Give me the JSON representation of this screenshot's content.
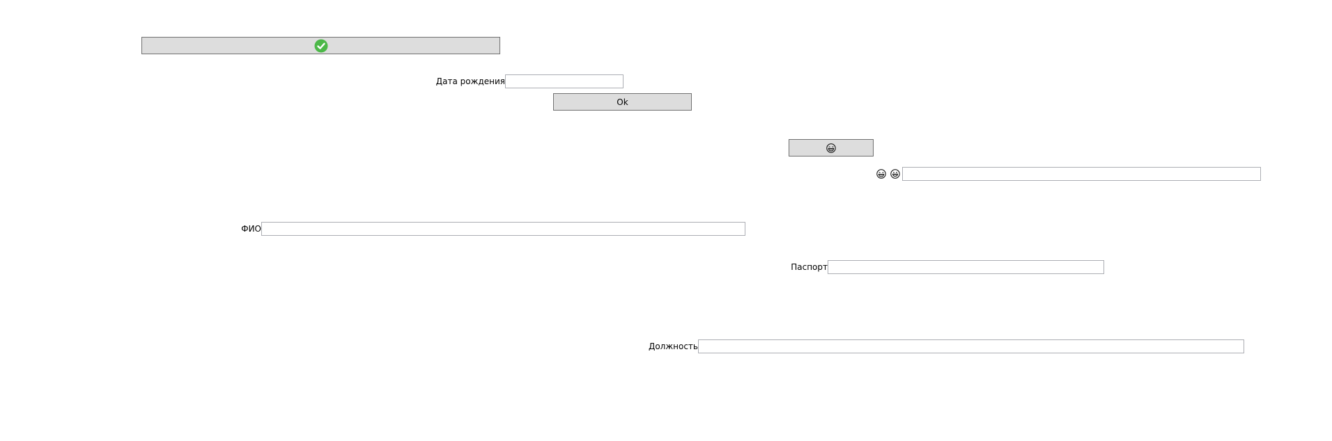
{
  "top_button": {
    "icon": "check-circle-icon",
    "icon_color": "#4cb848"
  },
  "birth_date": {
    "label": "Дата рождения",
    "value": ""
  },
  "ok_button": {
    "label": "Ok"
  },
  "smiley_button": {
    "icon": "grinning-face-icon"
  },
  "emoji_row": {
    "icons": [
      "grinning-face-icon",
      "smiling-face-icon"
    ],
    "value": ""
  },
  "fio": {
    "label": "ФИО",
    "value": ""
  },
  "passport": {
    "label": "Паспорт",
    "value": ""
  },
  "position": {
    "label": "Должность",
    "value": ""
  }
}
